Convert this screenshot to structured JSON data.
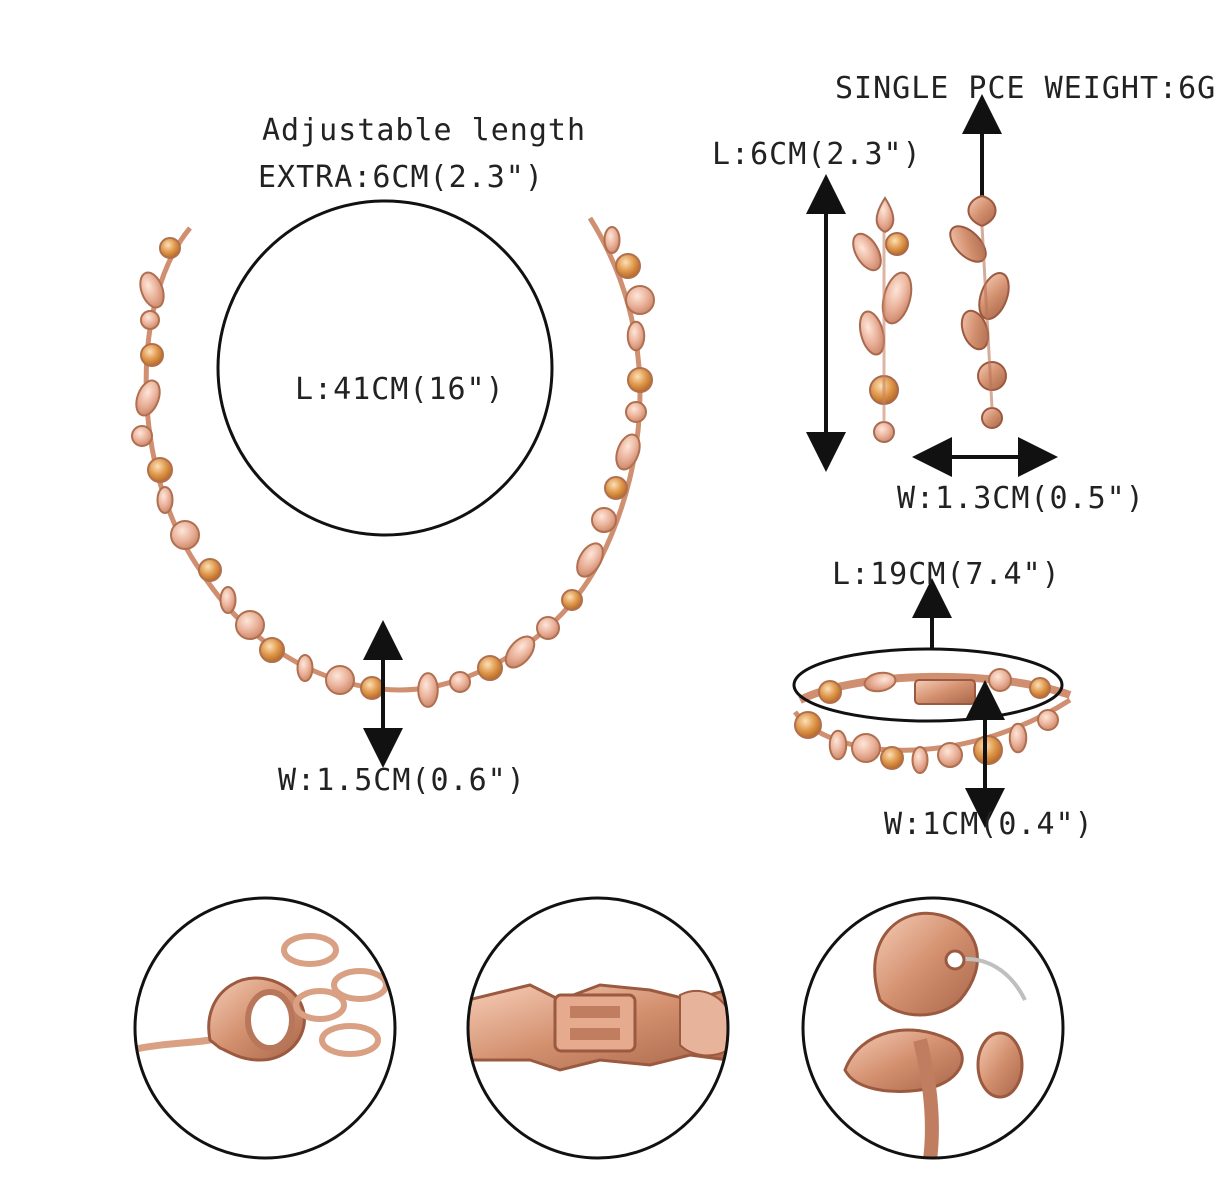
{
  "necklace": {
    "adjustable_label": "Adjustable length",
    "extra_label": "EXTRA:6CM(2.3\")",
    "length_label": "L:41CM(16\")",
    "width_label": "W:1.5CM(0.6\")"
  },
  "earring": {
    "weight_label": "SINGLE PCE WEIGHT:6G",
    "length_label": "L:6CM(2.3\")",
    "width_label": "W:1.3CM(0.5\")"
  },
  "bracelet": {
    "length_label": "L:19CM(7.4\")",
    "width_label": "W:1CM(0.4\")"
  },
  "colors": {
    "rose_gold": "#d99a7c",
    "crystal_peach": "#e8a98a",
    "crystal_amber": "#d88a3c",
    "outline": "#111111"
  },
  "detail_views": [
    "lobster-clasp-closeup",
    "bracelet-clasp-closeup",
    "earring-back-closeup"
  ]
}
